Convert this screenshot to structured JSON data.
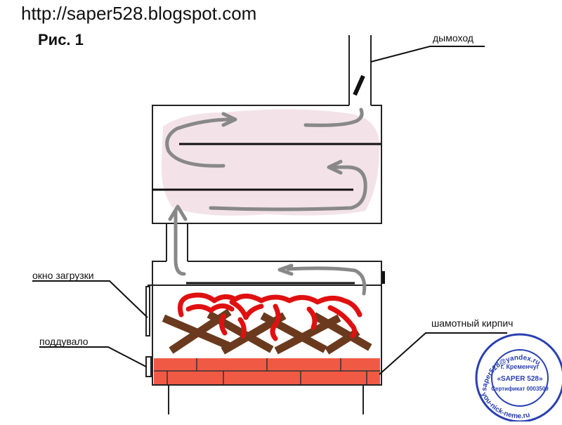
{
  "header": {
    "url": "http://saper528.blogspot.com",
    "figure_title": "Рис. 1"
  },
  "labels": {
    "chimney": "дымоход",
    "loading_door": "окно загрузки",
    "ash_pit": "поддувало",
    "firebrick": "шамотный кирпич"
  },
  "stamp": {
    "line_top": "saper528@yandex.ru",
    "line_city": "г. Кременчуг",
    "center": "«SAPER 528»",
    "line_nick": "you-nick-neme.ru",
    "line_cert": "Сертификат 0003509"
  },
  "colors": {
    "smoke": "#888888",
    "flame": "#e01010",
    "wood": "#6b3a1e",
    "brick": "#f05a45",
    "heat_zone": "#f3e3e8",
    "stamp": "#2a3fb0"
  }
}
